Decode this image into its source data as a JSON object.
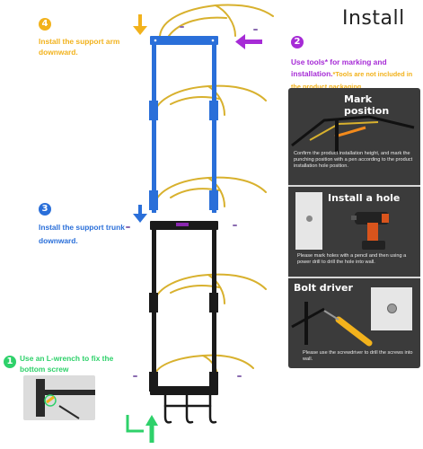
{
  "title": "Install",
  "steps": [
    {
      "num": "4",
      "text": "Install the support arm downward.",
      "color": "#f2b21c"
    },
    {
      "num": "2",
      "text": "Use tools* for marking and installation.",
      "note": "*Tools are not included in the product packaging",
      "color": "#a62bd6"
    },
    {
      "num": "3",
      "text": "Install the support trunk downward.",
      "color": "#2a6fd9"
    },
    {
      "num": "1",
      "text": "Use an L-wrench to fix the bottom screw",
      "color": "#2ed16a"
    }
  ],
  "cards": [
    {
      "title": "Mark position",
      "text": "Confirm the product installation height, and mark the punching position with a pen according to the product installation hole position."
    },
    {
      "title": "Install a hole",
      "text": "Please mark holes with a pencil and then using a power drill to drill the hole into wall."
    },
    {
      "title": "Bolt driver",
      "text": "Please use the screwdriver to drill the screws into wall."
    }
  ],
  "colors": {
    "upper_frame": "#2a6fd9",
    "lower_frame": "#1a1a1a",
    "hanger_wire": "#d8b12e",
    "panel_bg": "#3b3b3b"
  }
}
